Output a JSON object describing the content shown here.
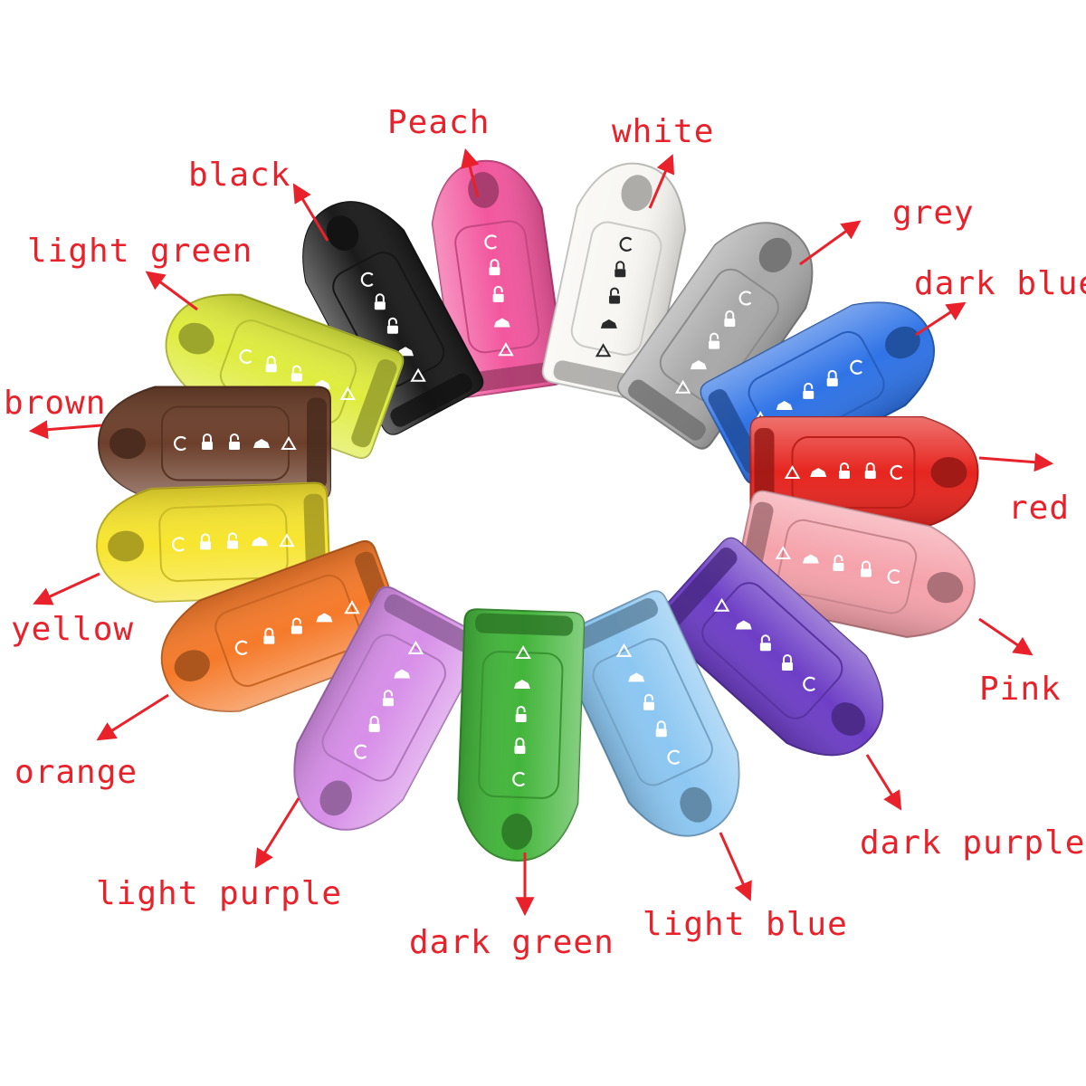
{
  "covers": [
    {
      "key": "peach",
      "label": "Peach",
      "color": "#f2579e"
    },
    {
      "key": "white",
      "label": "white",
      "color": "#f7f6f2"
    },
    {
      "key": "black",
      "label": "black",
      "color": "#1b1b1c"
    },
    {
      "key": "grey",
      "label": "grey",
      "color": "#a9a9a9"
    },
    {
      "key": "light-green",
      "label": "light green",
      "color": "#dfec3f"
    },
    {
      "key": "dark-blue",
      "label": "dark blue",
      "color": "#2f73e6"
    },
    {
      "key": "brown",
      "label": "brown",
      "color": "#6c3f2b"
    },
    {
      "key": "red",
      "label": "red",
      "color": "#e6251f"
    },
    {
      "key": "yellow",
      "label": "yellow",
      "color": "#f7e52f"
    },
    {
      "key": "pink",
      "label": "Pink",
      "color": "#f5a2ab"
    },
    {
      "key": "orange",
      "label": "orange",
      "color": "#f57a2a"
    },
    {
      "key": "dark-purple",
      "label": "dark purple",
      "color": "#6d3ec6"
    },
    {
      "key": "light-purple",
      "label": "light purple",
      "color": "#d78fe8"
    },
    {
      "key": "light-blue",
      "label": "light blue",
      "color": "#8cc7f2"
    },
    {
      "key": "dark-green",
      "label": "dark green",
      "color": "#43b53b"
    }
  ],
  "accent_color": "#e8212a"
}
